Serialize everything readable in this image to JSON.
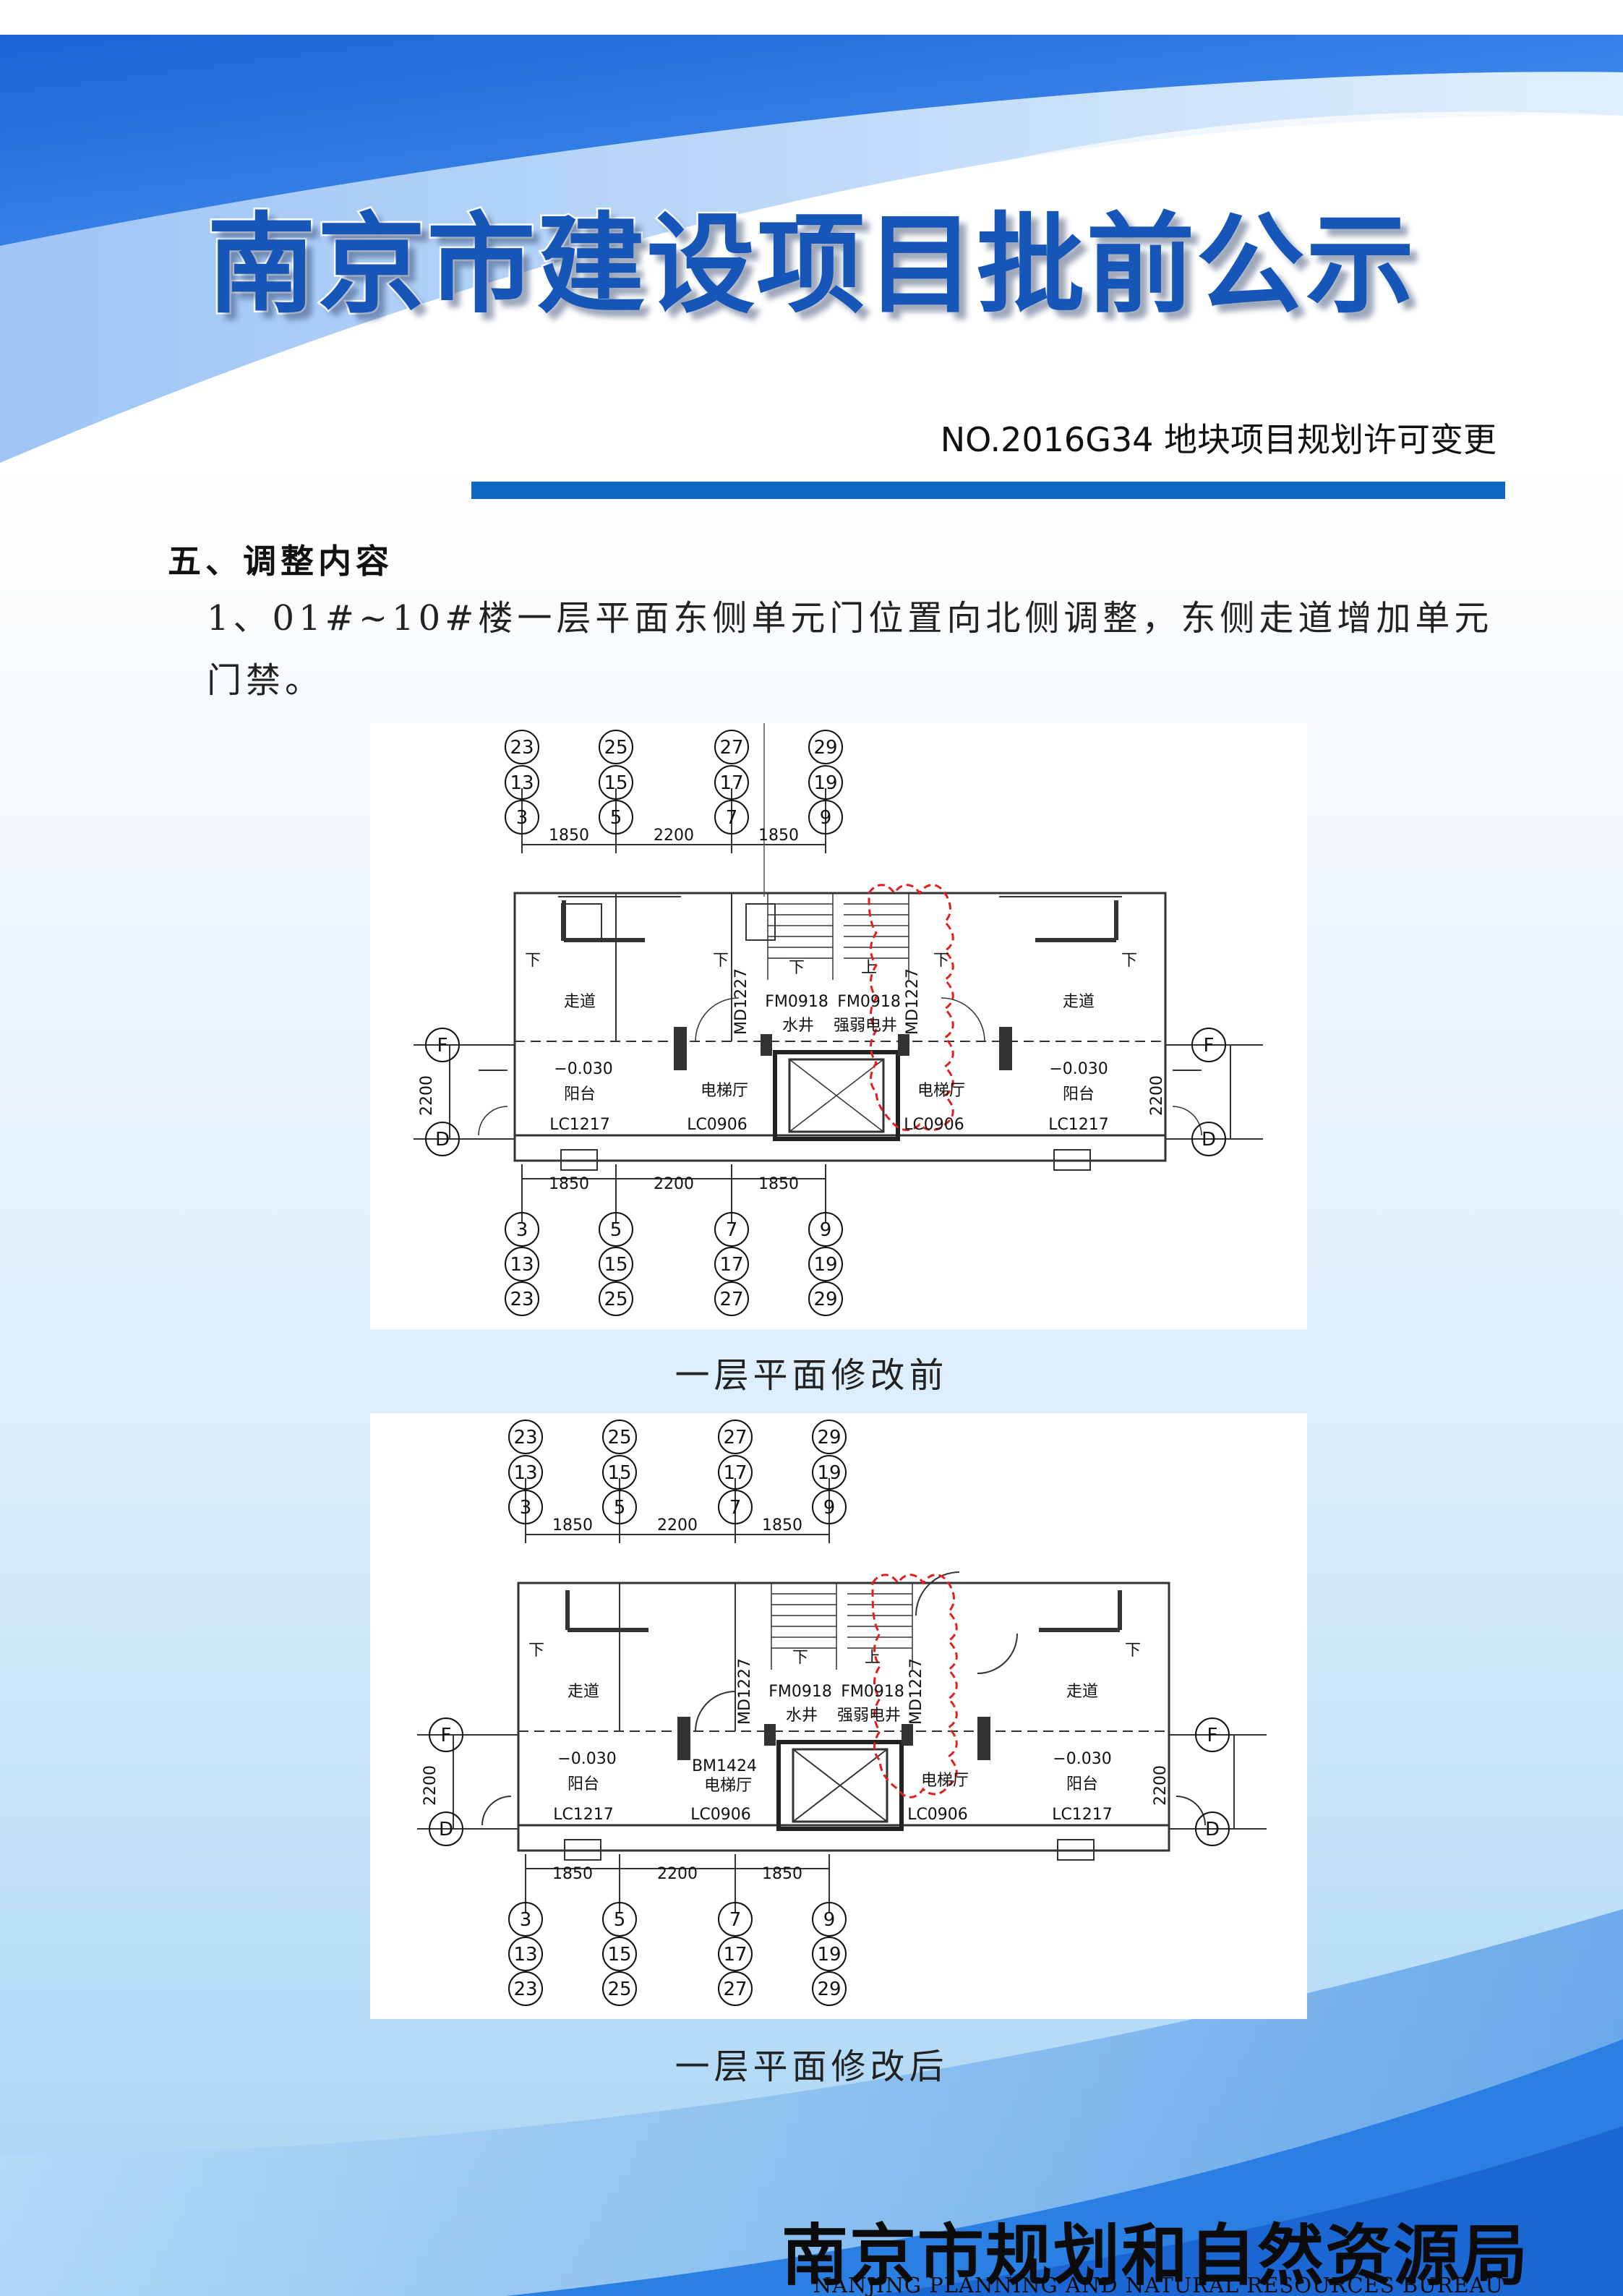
{
  "header": {
    "title": "南京市建设项目批前公示",
    "doc_no": "NO.2016G34 地块项目规划许可变更"
  },
  "section": {
    "heading": "五、调整内容",
    "paragraph": "1、01#~10#楼一层平面东侧单元门位置向北侧调整，东侧走道增加单元门禁。"
  },
  "plans": [
    {
      "caption": "一层平面修改前",
      "labels": {
        "axes_top": [
          [
            "23",
            "13",
            "3"
          ],
          [
            "25",
            "15",
            "5"
          ],
          [
            "27",
            "17",
            "7"
          ],
          [
            "29",
            "19",
            "9"
          ]
        ],
        "axes_bottom": [
          [
            "3",
            "13",
            "23"
          ],
          [
            "5",
            "15",
            "25"
          ],
          [
            "7",
            "17",
            "27"
          ],
          [
            "9",
            "19",
            "29"
          ]
        ],
        "dims": [
          "1850",
          "2200",
          "1850"
        ],
        "row_f": "F",
        "row_d": "D",
        "side_dim": "2200",
        "corridor": "走道",
        "balcony": "阳台",
        "elevator_hall": "电梯厅",
        "level": "−0.030",
        "lc1217": "LC1217",
        "lc0906": "LC0906",
        "md1227": "MD1227",
        "fm0918": "FM0918",
        "fm0918b": "FM0918",
        "water_well": "水井",
        "elec_well": "强弱电井",
        "down": "下",
        "up": "上",
        "bm1424": ""
      }
    },
    {
      "caption": "一层平面修改后",
      "labels": {
        "axes_top": [
          [
            "23",
            "13",
            "3"
          ],
          [
            "25",
            "15",
            "5"
          ],
          [
            "27",
            "17",
            "7"
          ],
          [
            "29",
            "19",
            "9"
          ]
        ],
        "axes_bottom": [
          [
            "3",
            "13",
            "23"
          ],
          [
            "5",
            "15",
            "25"
          ],
          [
            "7",
            "17",
            "27"
          ],
          [
            "9",
            "19",
            "29"
          ]
        ],
        "dims": [
          "1850",
          "2200",
          "1850"
        ],
        "row_f": "F",
        "row_d": "D",
        "side_dim": "2200",
        "corridor": "走道",
        "balcony": "阳台",
        "elevator_hall": "电梯厅",
        "level": "−0.030",
        "lc1217": "LC1217",
        "lc0906": "LC0906",
        "md1227": "MD1227",
        "fm0918": "FM0918",
        "fm0918b": "FM0918",
        "water_well": "水井",
        "elec_well": "强弱电井",
        "down": "下",
        "up": "上",
        "bm1424": "BM1424"
      }
    }
  ],
  "footer": {
    "org_cn": "南京市规划和自然资源局",
    "org_en": "NANJING PLANNING AND NATURAL RESOURCES BUREAU"
  },
  "colors": {
    "brand_blue": "#1556b8",
    "rule_blue": "#0d66bf",
    "revision_cloud": "#e02020"
  }
}
